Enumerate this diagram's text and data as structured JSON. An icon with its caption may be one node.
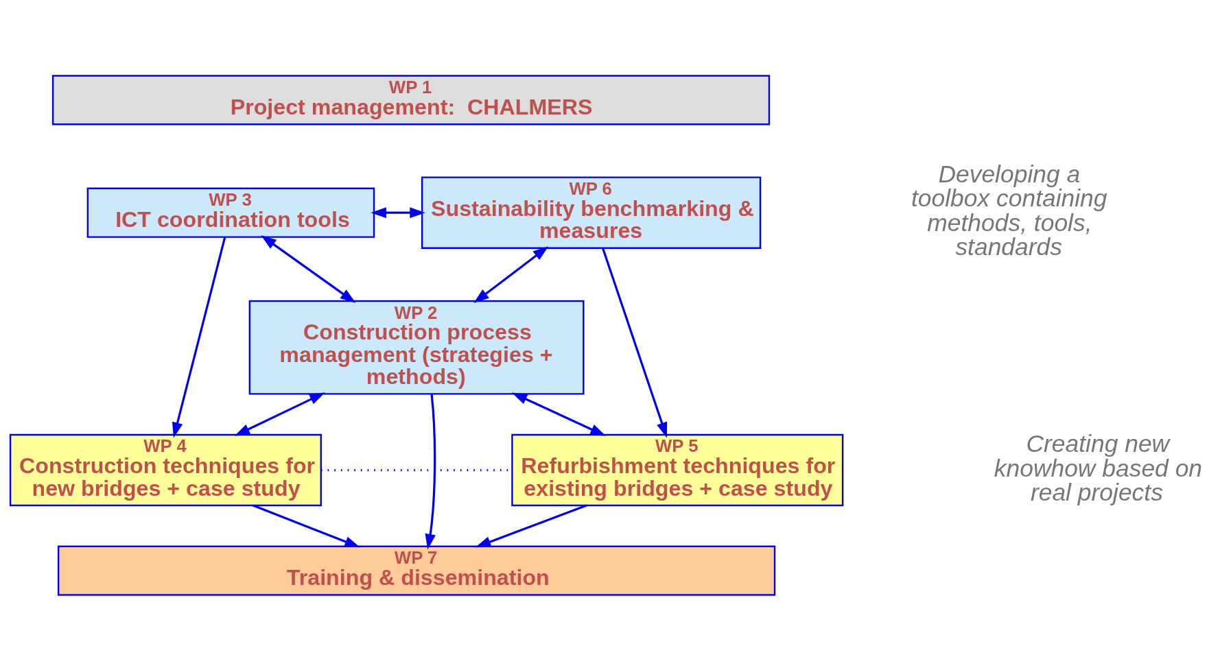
{
  "diagram": {
    "nodes": [
      {
        "text": [
          "WP 1",
          "Project management:  CHALMERS"
        ]
      },
      {
        "text": [
          "WP 3",
          "ICT coordination tools"
        ]
      },
      {
        "text": [
          "WP 6",
          "Sustainability benchmarking & measures"
        ]
      },
      {
        "text": [
          "WP 2",
          "Construction process management (strategies + methods)"
        ]
      },
      {
        "text": [
          "WP 4",
          "Construction techniques for new bridges + case study"
        ]
      },
      {
        "text": [
          "WP 5",
          "Refurbishment techniques for existing bridges + case study"
        ]
      },
      {
        "text": [
          "WP 7",
          "Training & dissemination"
        ]
      }
    ],
    "edges": [
      {
        "from": 1,
        "to": 2,
        "arrow": "both"
      },
      {
        "from": 1,
        "to": 3,
        "arrow": "both"
      },
      {
        "from": 2,
        "to": 3,
        "arrow": "both"
      },
      {
        "from": 1,
        "to": 4,
        "arrow": "to"
      },
      {
        "from": 2,
        "to": 5,
        "arrow": "to"
      },
      {
        "from": 3,
        "to": 4,
        "arrow": "both"
      },
      {
        "from": 3,
        "to": 5,
        "arrow": "both"
      },
      {
        "from": 4,
        "to": 5,
        "arrow": "none",
        "style": "dashed"
      },
      {
        "from": 3,
        "to": 6,
        "arrow": "to"
      },
      {
        "from": 4,
        "to": 6,
        "arrow": "to"
      },
      {
        "from": 5,
        "to": 6,
        "arrow": "to"
      }
    ],
    "labels": [
      "Developing a toolbox containing methods, tools, standards",
      "Creating new knowhow based on real projects"
    ]
  }
}
